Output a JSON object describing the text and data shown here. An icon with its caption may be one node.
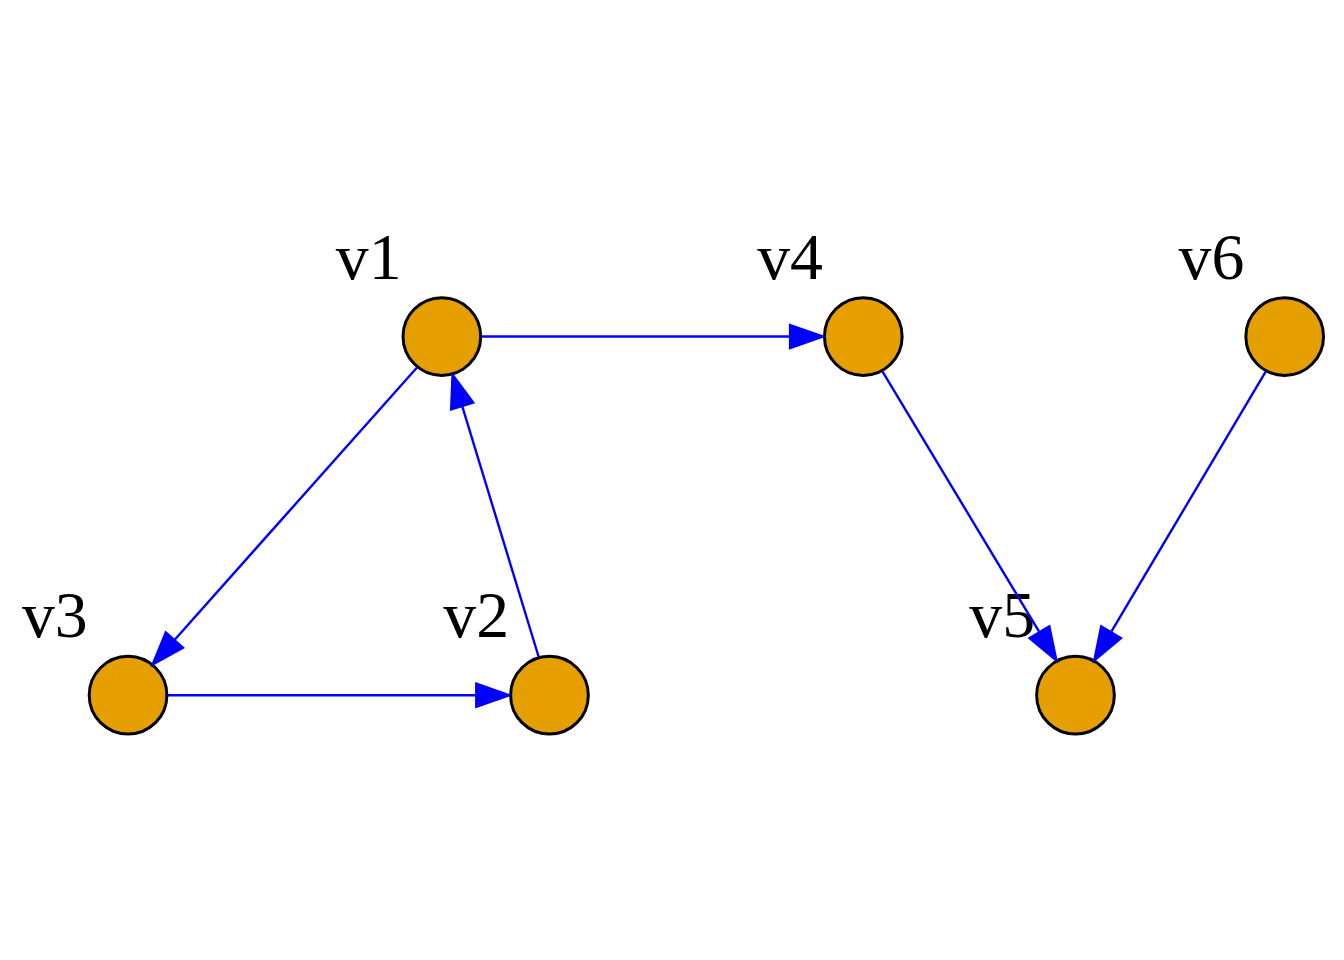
{
  "diagram": {
    "nodes": [
      {
        "text": [],
        "shape": "circle",
        "beside": [
          "v1"
        ]
      },
      {
        "text": [],
        "shape": "circle",
        "beside": [
          "v4"
        ]
      },
      {
        "text": [],
        "shape": "circle",
        "beside": [
          "v6"
        ]
      },
      {
        "text": [],
        "shape": "circle",
        "beside": [
          "v2"
        ]
      },
      {
        "text": [],
        "shape": "circle",
        "beside": [
          "v3"
        ]
      },
      {
        "text": [],
        "shape": "circle",
        "beside": [
          "v5"
        ]
      }
    ],
    "edges": [
      {
        "from": 0,
        "to": 1,
        "arrow": "to"
      },
      {
        "from": 0,
        "to": 4,
        "arrow": "to"
      },
      {
        "from": 4,
        "to": 3,
        "arrow": "to"
      },
      {
        "from": 3,
        "to": 0,
        "arrow": "to"
      },
      {
        "from": 1,
        "to": 5,
        "arrow": "to"
      },
      {
        "from": 2,
        "to": 5,
        "arrow": "to"
      }
    ]
  }
}
